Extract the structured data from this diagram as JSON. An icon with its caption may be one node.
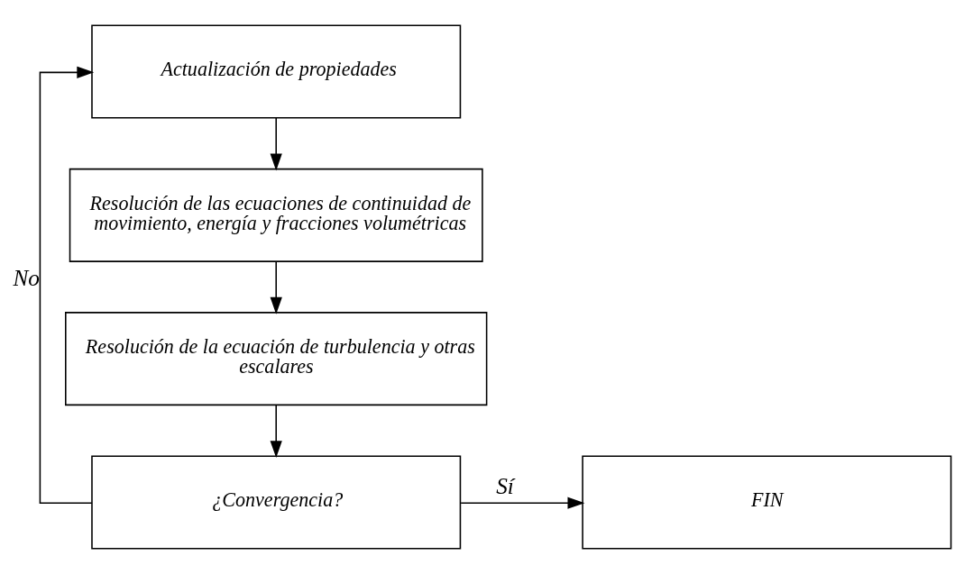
{
  "diagram": {
    "nodes": [
      {
        "text": [
          "Actualización de propiedades"
        ]
      },
      {
        "text": [
          "Resolución de las ecuaciones de continuidad de movimiento, energía y fracciones volumétricas"
        ]
      },
      {
        "text": [
          "Resolución de la ecuación de turbulencia y otras escalares"
        ]
      },
      {
        "text": [
          "¿Convergencia?"
        ]
      },
      {
        "text": [
          "FIN"
        ]
      }
    ],
    "edges": [
      {
        "from": 0,
        "to": 1,
        "arrow": "to"
      },
      {
        "from": 1,
        "to": 2,
        "arrow": "to"
      },
      {
        "from": 2,
        "to": 3,
        "arrow": "to"
      },
      {
        "from": 3,
        "to": 0,
        "arrow": "to",
        "label": "No"
      },
      {
        "from": 3,
        "to": 4,
        "arrow": "to",
        "label": "Sí"
      }
    ]
  }
}
